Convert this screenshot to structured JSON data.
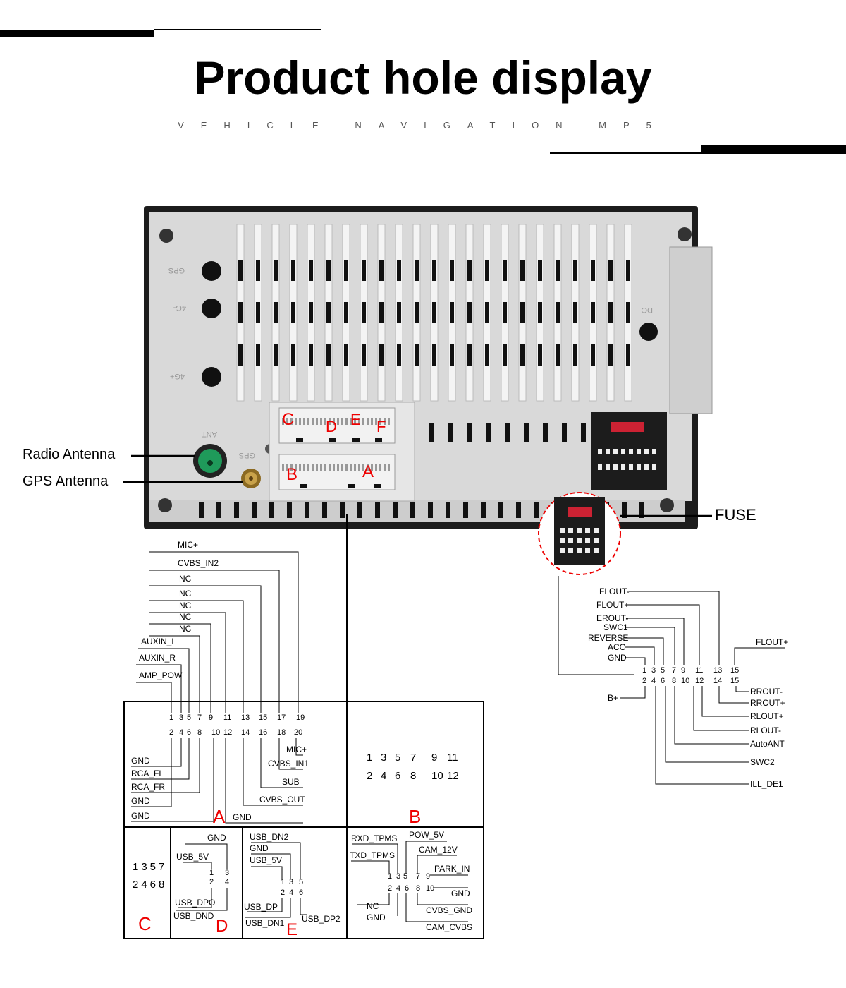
{
  "header": {
    "title": "Product hole display",
    "subtitle": "VEHICLE NAVIGATION MP5"
  },
  "device": {
    "silkscreen": [
      "GPS",
      "4G-",
      "4G+",
      "ANT",
      "GPS",
      "DC"
    ],
    "connector_letters": {
      "C": "C",
      "D": "D",
      "E": "E",
      "F": "F",
      "B": "B",
      "A": "A"
    }
  },
  "callouts": {
    "radio_antenna": "Radio Antenna",
    "gps_antenna": "GPS Antenna",
    "fuse": "FUSE"
  },
  "panel_a": {
    "letter": "A",
    "top_signals": [
      "MIC+",
      "CVBS_IN2",
      "NC",
      "NC",
      "NC",
      "NC",
      "NC",
      "AUXIN_L",
      "AUXIN_R",
      "AMP_POW"
    ],
    "odd_pins": [
      "1",
      "3",
      "5",
      "7",
      "9",
      "11",
      "13",
      "15",
      "17",
      "19"
    ],
    "even_pins": [
      "2",
      "4",
      "6",
      "8",
      "10",
      "12",
      "14",
      "16",
      "18",
      "20"
    ],
    "left_signals": [
      "GND",
      "RCA_FL",
      "RCA_FR",
      "GND",
      "GND"
    ],
    "right_signals": [
      "MIC+",
      "CVBS_IN1",
      "SUB",
      "CVBS_OUT",
      "GND"
    ]
  },
  "panel_b": {
    "letter": "B",
    "row1": [
      "1",
      "3",
      "5",
      "7",
      "9",
      "11"
    ],
    "row2": [
      "2",
      "4",
      "6",
      "8",
      "10",
      "12"
    ]
  },
  "panel_c": {
    "letter": "C",
    "row1": "1357",
    "row2": "2468"
  },
  "panel_d": {
    "letter": "D",
    "signals": [
      "GND",
      "USB_5V",
      "USB_DPO",
      "USB_DND"
    ],
    "pins": [
      "1",
      "3",
      "2",
      "4"
    ]
  },
  "panel_e": {
    "letter": "E",
    "signals": [
      "USB_DN2",
      "GND",
      "USB_5V",
      "USB_DP",
      "USB_DN1",
      "USB_DP2"
    ],
    "pins": [
      "1",
      "3",
      "5",
      "2",
      "4",
      "6"
    ]
  },
  "panel_f": {
    "signals": [
      "RXD_TPMS",
      "POW_5V",
      "CAM_12V",
      "TXD_TPMS",
      "PARK_IN",
      "GND",
      "NC",
      "GND",
      "CVBS_GND",
      "CAM_CVBS"
    ],
    "pins": [
      "1",
      "3",
      "5",
      "7",
      "9",
      "2",
      "4",
      "6",
      "8",
      "10"
    ]
  },
  "power_harness": {
    "left_signals": [
      "FLOUT-",
      "FLOUT+",
      "EROUT-",
      "SWC1",
      "REVERSE",
      "ACC",
      "GND",
      "B+"
    ],
    "top_pins": [
      "1",
      "3",
      "5",
      "7",
      "9",
      "11",
      "13",
      "15"
    ],
    "bottom_pins": [
      "2",
      "4",
      "6",
      "8",
      "10",
      "12",
      "14",
      "15"
    ],
    "right_signals": [
      "FLOUT+",
      "RROUT-",
      "RROUT+",
      "RLOUT+",
      "RLOUT-",
      "AutoANT",
      "SWC2",
      "ILL_DE1"
    ]
  },
  "colors": {
    "accent_red": "#e00000",
    "antenna_green": "#1f9a5a",
    "gold": "#c9a24a",
    "panel_gray": "#d9d9d9"
  }
}
